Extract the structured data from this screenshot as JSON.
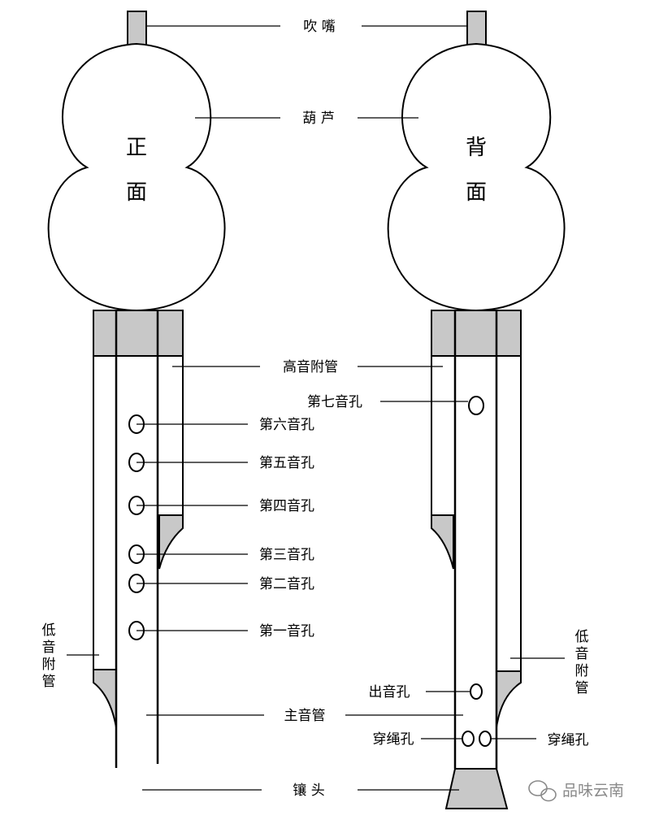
{
  "labels": {
    "mouthpiece": "吹 嘴",
    "gourd": "葫 芦",
    "front_1": "正",
    "front_2": "面",
    "back_1": "背",
    "back_2": "面",
    "treble_pipe": "高音附管",
    "hole7": "第七音孔",
    "hole6": "第六音孔",
    "hole5": "第五音孔",
    "hole4": "第四音孔",
    "hole3": "第三音孔",
    "hole2": "第二音孔",
    "hole1": "第一音孔",
    "bass_left": [
      "低",
      "音",
      "附",
      "管"
    ],
    "bass_right": [
      "低",
      "音",
      "附",
      "管"
    ],
    "sound_hole": "出音孔",
    "main_pipe": "主音管",
    "rope_hole_left": "穿绳孔",
    "rope_hole_right": "穿绳孔",
    "ferrule": "镶 头"
  },
  "watermark": "品味云南",
  "colors": {
    "line": "#000000",
    "fill_grey": "#c8c8c8",
    "background": "#ffffff",
    "watermark": "#8a8a8a"
  }
}
